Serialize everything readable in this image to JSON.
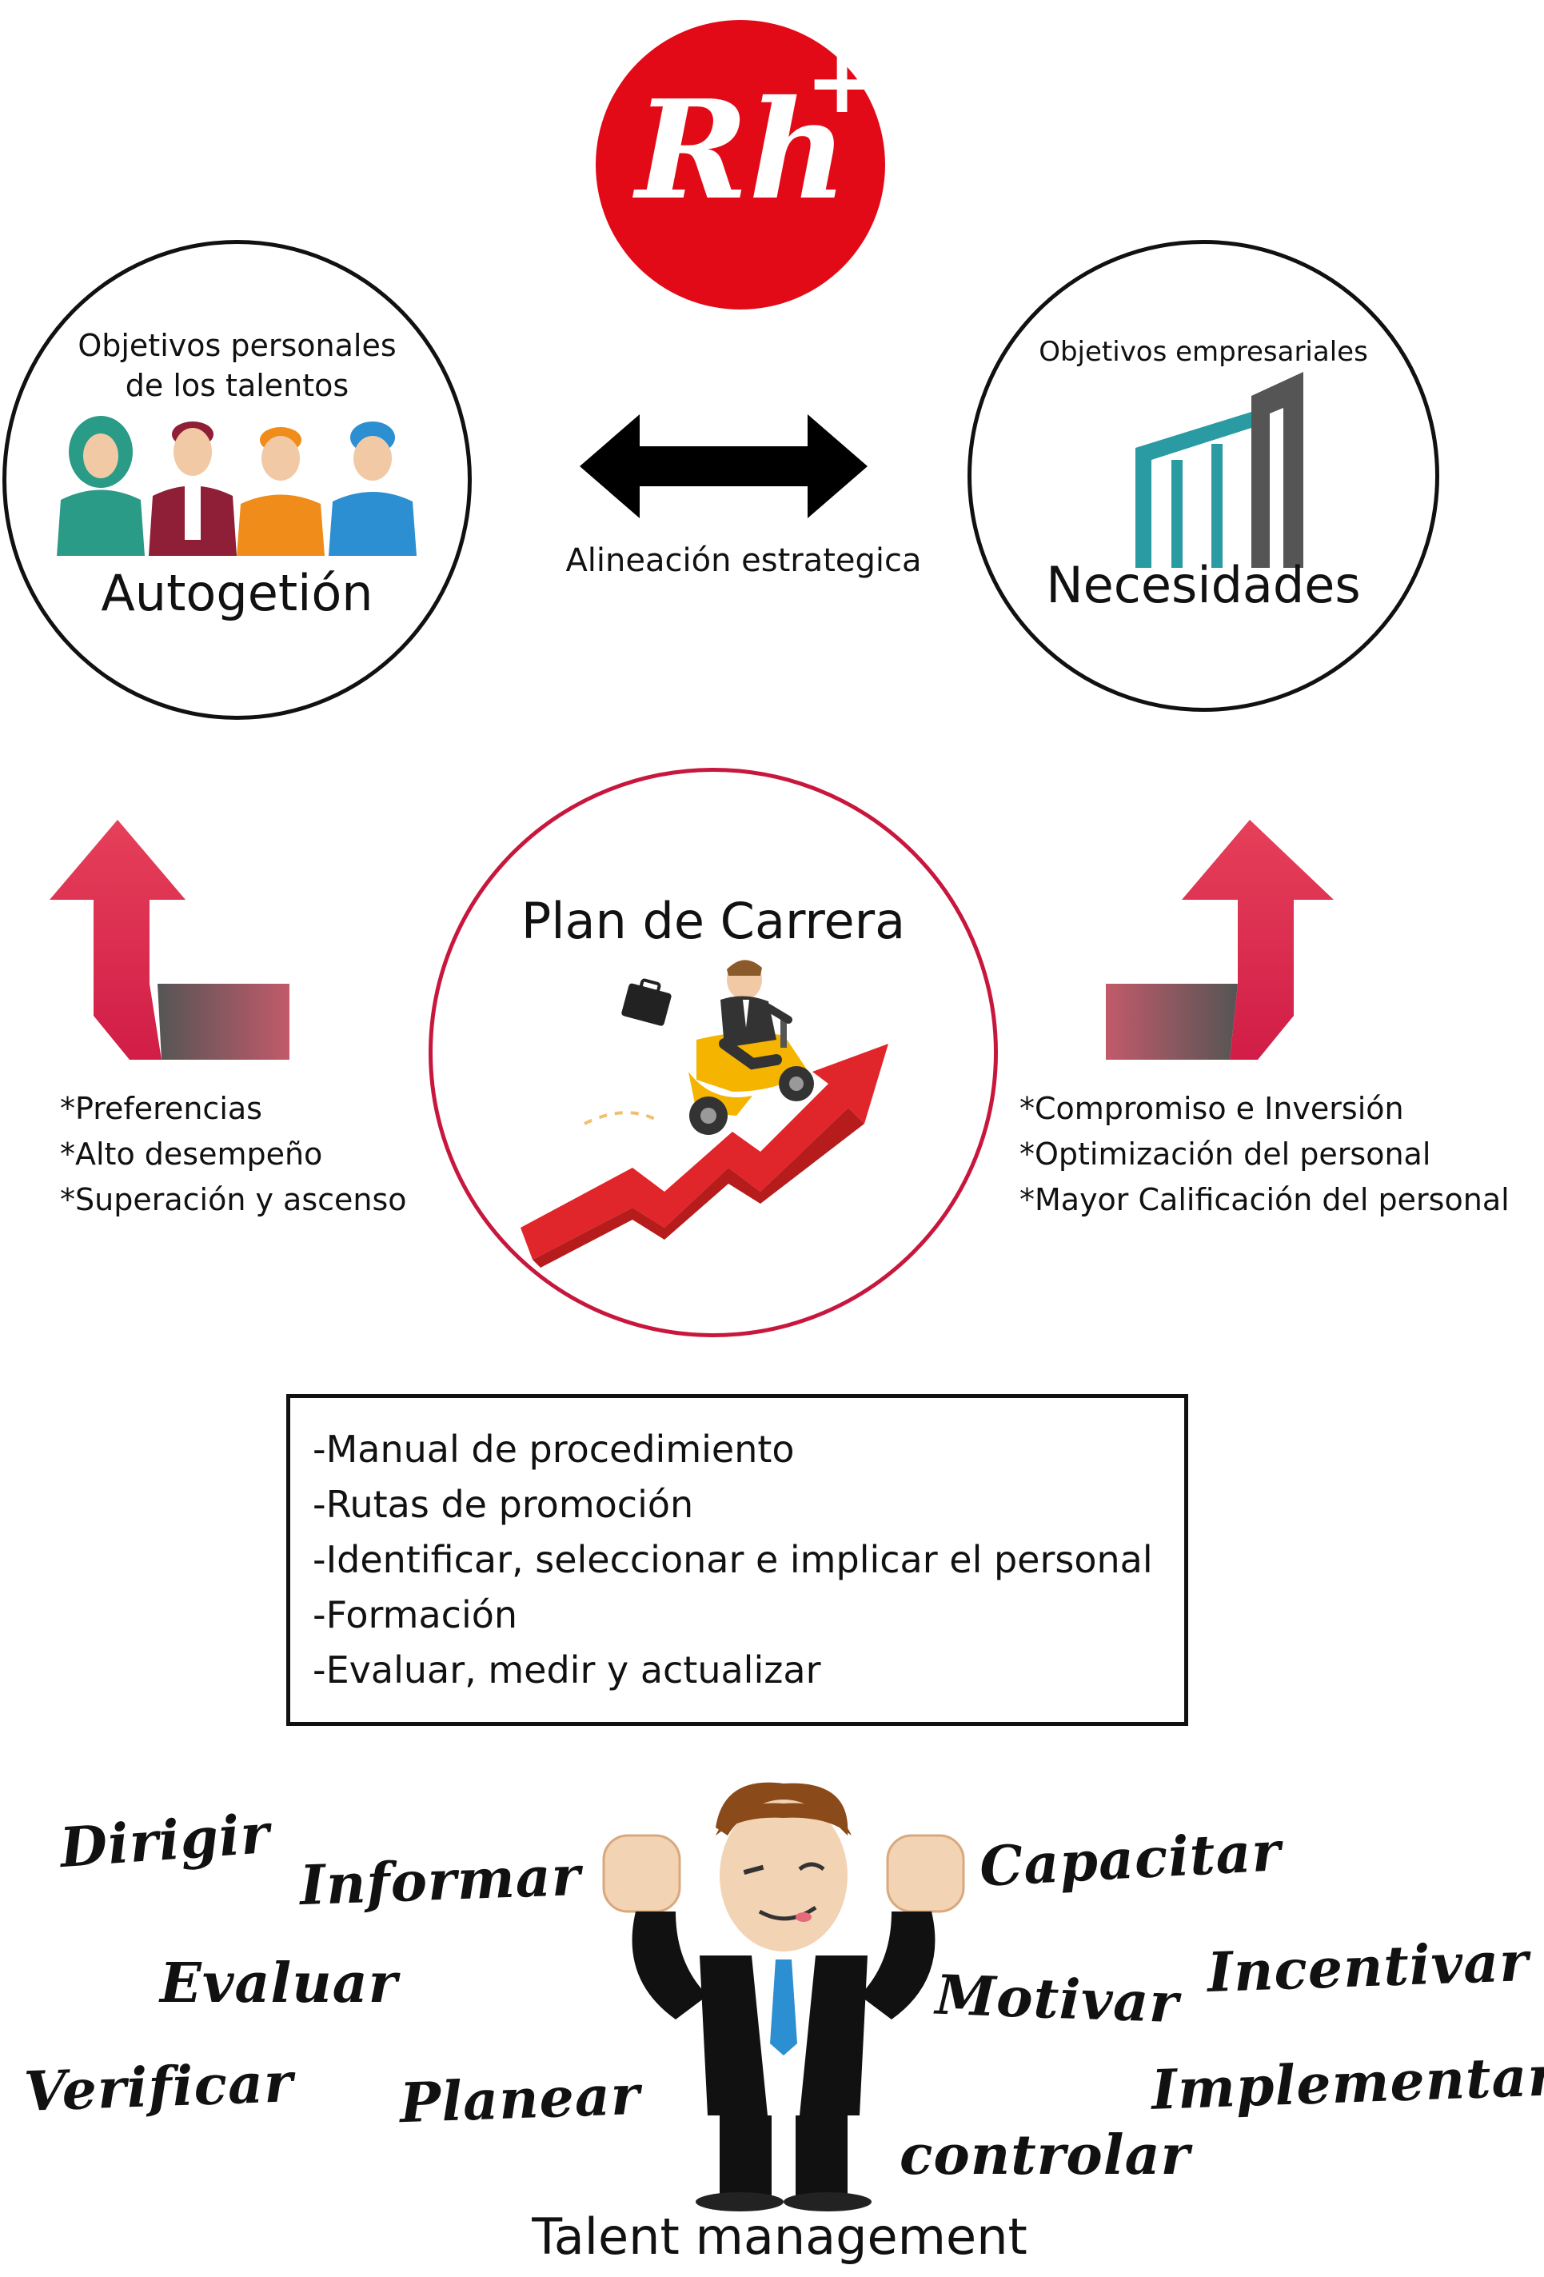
{
  "logo": {
    "text": "Rh",
    "superscript": "+",
    "color": "#e20a17"
  },
  "left_circle": {
    "subtitle_line1": "Objetivos personales",
    "subtitle_line2": "de los talentos",
    "title": "Autogetión",
    "icon": "people-group-icon",
    "people_colors": [
      "#2a9b86",
      "#8e1f36",
      "#ef8c1a",
      "#2c8fd1"
    ]
  },
  "right_circle": {
    "subtitle": "Objetivos empresariales",
    "title": "Necesidades",
    "icon": "building-icon",
    "colors": [
      "#2a9aa3",
      "#555555"
    ]
  },
  "center_link": {
    "label": "Alineación estrategica",
    "icon": "double-arrow-icon"
  },
  "career_plan": {
    "title": "Plan de Carrera",
    "icon": "businessman-scooter-growth-icon",
    "border_color": "#c8173d",
    "arrow_color": "#e0262b"
  },
  "left_list": [
    "*Preferencias",
    "*Alto desempeño",
    "*Superación y ascenso"
  ],
  "right_list": [
    "*Compromiso e Inversión",
    "*Optimización del personal",
    "*Mayor Calificación del personal"
  ],
  "procedures_box": [
    "-Manual de procedimiento",
    "-Rutas de promoción",
    "-Identificar, seleccionar e implicar el personal",
    "-Formación",
    "-Evaluar, medir y actualizar"
  ],
  "verbs": {
    "dirigir": "Dirigir",
    "informar": "Informar",
    "evaluar": "Evaluar",
    "verificar": "Verificar",
    "planear": "Planear",
    "capacitar": "Capacitar",
    "motivar": "Motivar",
    "incentivar": "Incentivar",
    "implementar": "Implementar",
    "controlar": "controlar"
  },
  "footer": {
    "label": "Talent management",
    "icon": "happy-manager-icon"
  }
}
